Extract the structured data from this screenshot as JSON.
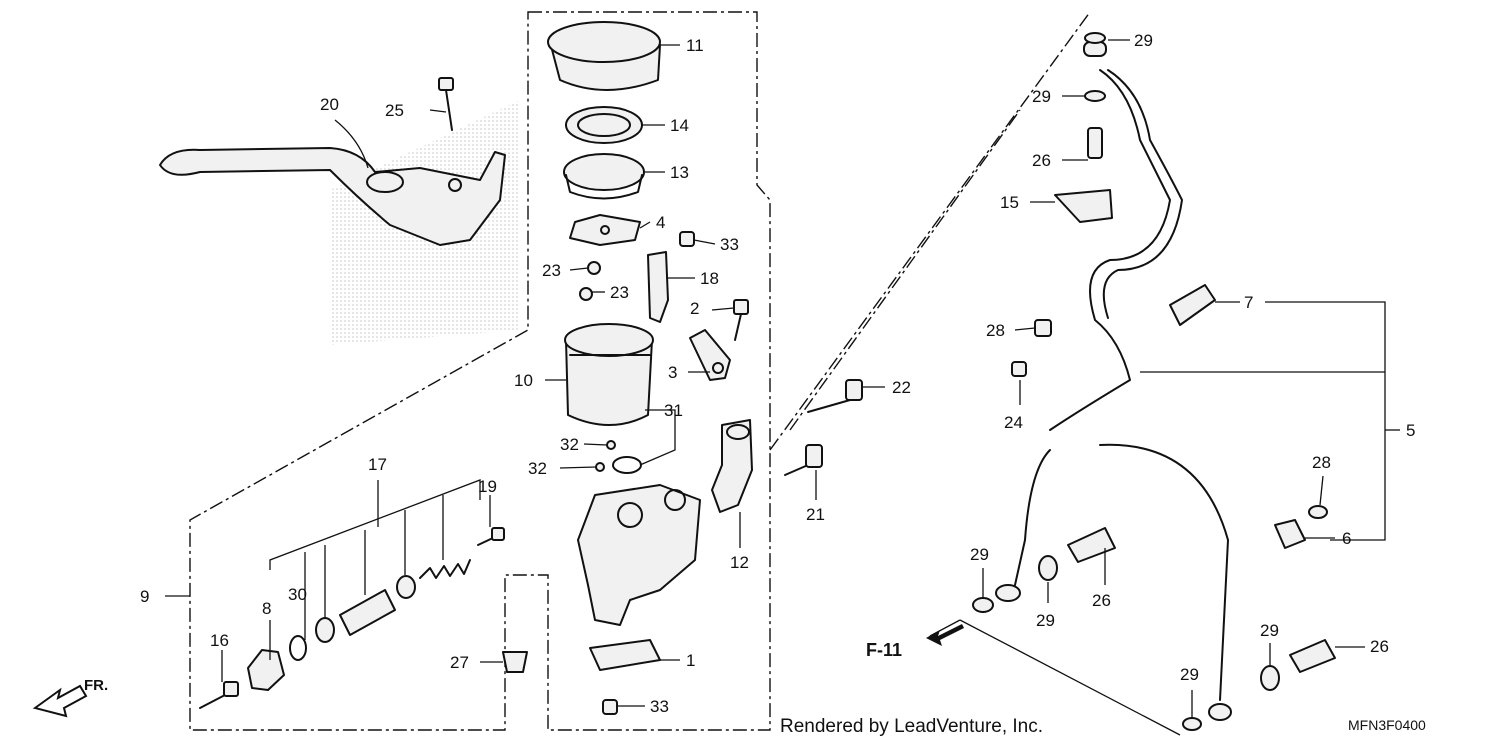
{
  "diagram": {
    "part_labels": {
      "p1": "1",
      "p2": "2",
      "p3": "3",
      "p4": "4",
      "p5": "5",
      "p6": "6",
      "p7": "7",
      "p8": "8",
      "p9": "9",
      "p10": "10",
      "p11": "11",
      "p12": "12",
      "p13": "13",
      "p14": "14",
      "p15": "15",
      "p16": "16",
      "p17": "17",
      "p18": "18",
      "p19": "19",
      "p20": "20",
      "p21": "21",
      "p22": "22",
      "p23a": "23",
      "p23b": "23",
      "p24": "24",
      "p25": "25",
      "p26a": "26",
      "p26b": "26",
      "p26c": "26",
      "p27": "27",
      "p28a": "28",
      "p28b": "28",
      "p29a": "29",
      "p29b": "29",
      "p29c": "29",
      "p29d": "29",
      "p29e": "29",
      "p29f": "29",
      "p30": "30",
      "p31": "31",
      "p32a": "32",
      "p32b": "32",
      "p33a": "33",
      "p33b": "33"
    },
    "direction_label": "FR.",
    "reference_label": "F-11",
    "footer_text": "Rendered by LeadVenture, Inc.",
    "diagram_code": "MFN3F0400"
  }
}
